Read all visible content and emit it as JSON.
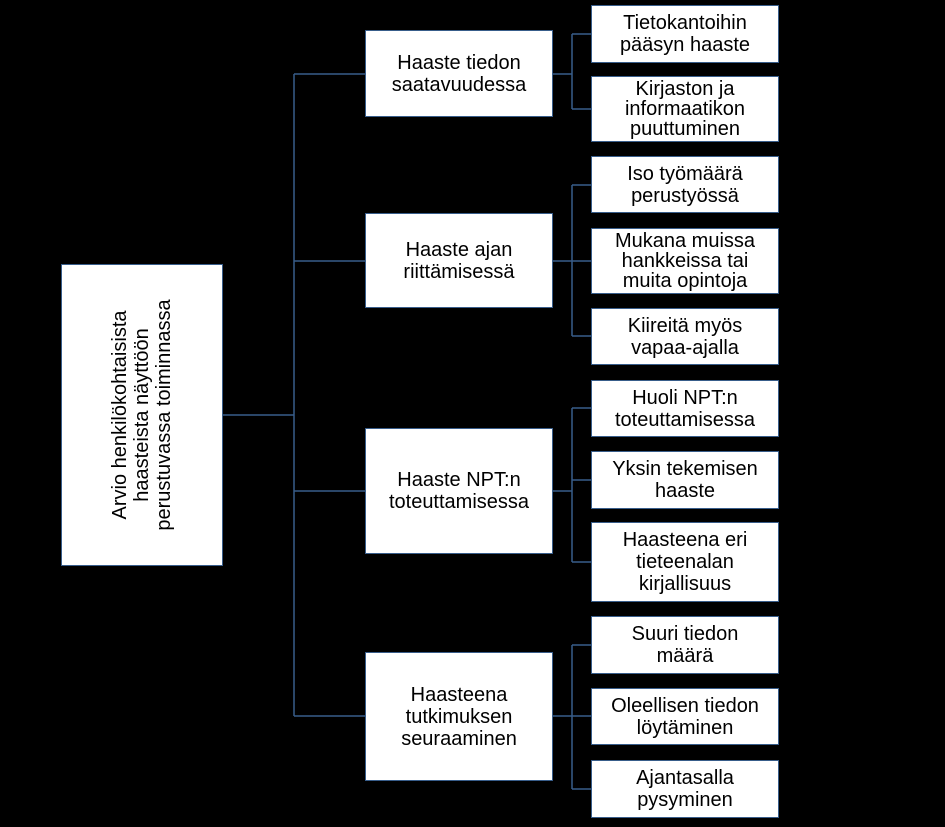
{
  "diagram": {
    "colors": {
      "background": "#000000",
      "box_fill": "#ffffff",
      "box_border": "#385d8a",
      "connector": "#385d8a",
      "text": "#000000"
    },
    "root": {
      "label": "Arvio henkilökohtaisista\nhaasteista näyttöön\nperustuvassa toiminnassa"
    },
    "categories": [
      {
        "label": "Haaste tiedon\nsaatavuudessa",
        "items": [
          "Tietokantoihin\npääsyn haaste",
          "Kirjaston ja\ninformaatikon\npuuttuminen"
        ]
      },
      {
        "label": "Haaste ajan\nriittämisessä",
        "items": [
          "Iso työmäärä\nperustyössä",
          "Mukana muissa\nhankkeissa tai\nmuita opintoja",
          "Kiireitä myös\nvapaa-ajalla"
        ]
      },
      {
        "label": "Haaste NPT:n\ntoteuttamisessa",
        "items": [
          "Huoli NPT:n\ntoteuttamisessa",
          "Yksin tekemisen\nhaaste",
          "Haasteena eri\ntieteenalan\nkirjallisuus"
        ]
      },
      {
        "label": "Haasteena\ntutkimuksen\nseuraaminen",
        "items": [
          "Suuri tiedon\nmäärä",
          "Oleellisen tiedon\nlöytäminen",
          "Ajantasalla\npysyminen"
        ]
      }
    ]
  }
}
